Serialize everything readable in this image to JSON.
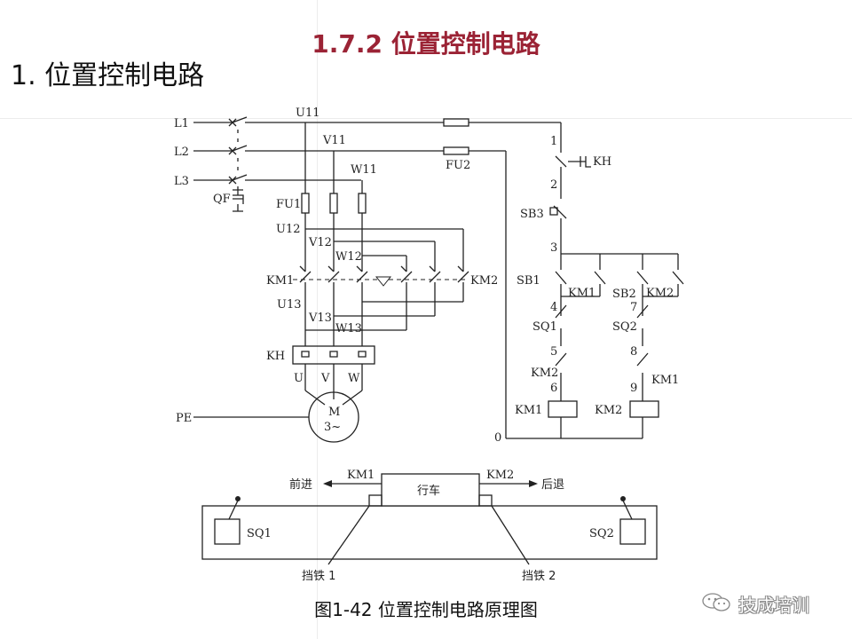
{
  "slide": {
    "title": "1.7.2  位置控制电路",
    "heading": "1.  位置控制电路",
    "caption": "图1-42  位置控制电路原理图",
    "title_color": "#9b2335"
  },
  "watermark": {
    "text": "技成培训",
    "icon": "wechat-logo-icon"
  },
  "labels": {
    "L1": "L1",
    "L2": "L2",
    "L3": "L3",
    "QF": "QF",
    "U11": "U11",
    "V11": "V11",
    "W11": "W11",
    "FU1": "FU1",
    "FU2": "FU2",
    "U12": "U12",
    "V12": "V12",
    "W12": "W12",
    "KM1_main": "KM1",
    "KM2_main": "KM2",
    "U13": "U13",
    "V13": "V13",
    "W13": "W13",
    "KH_main": "KH",
    "U": "U",
    "V": "V",
    "W": "W",
    "PE": "PE",
    "motor_M": "M",
    "motor_3": "3~",
    "n1": "1",
    "KH_ctrl": "KH",
    "n2": "2",
    "SB3": "SB3",
    "n3": "3",
    "SB1": "SB1",
    "KM1_hold": "KM1",
    "SB2": "SB2",
    "KM2_hold": "KM2",
    "n4": "4",
    "n7": "7",
    "SQ1_c": "SQ1",
    "SQ2_c": "SQ2",
    "n5": "5",
    "n8": "8",
    "KM2_il": "KM2",
    "KM1_il": "KM1",
    "n6": "6",
    "n9": "9",
    "KM1_coil": "KM1",
    "KM2_coil": "KM2",
    "n0": "0"
  },
  "mech": {
    "forward_km": "KM1",
    "forward_label": "前进",
    "reverse_km": "KM2",
    "reverse_label": "后退",
    "carriage": "行车",
    "sq1": "SQ1",
    "sq2": "SQ2",
    "stop1": "挡铁 1",
    "stop2": "挡铁 2"
  }
}
